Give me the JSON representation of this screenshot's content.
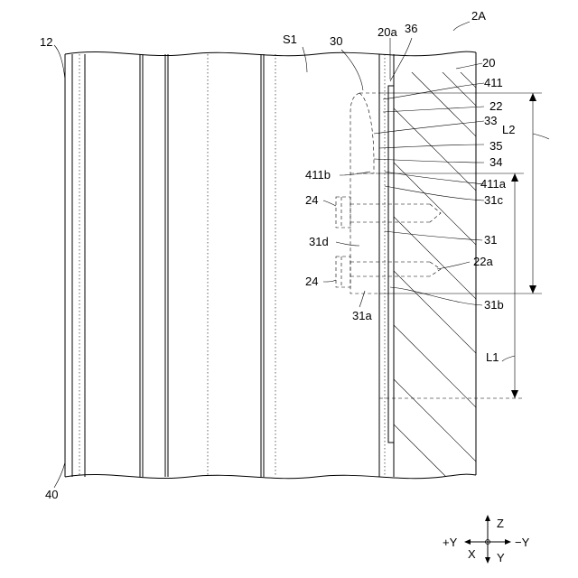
{
  "figure_ref": "2A",
  "labels": {
    "l12": "12",
    "l40": "40",
    "lS1": "S1",
    "l30": "30",
    "l20a": "20a",
    "l36": "36",
    "l20": "20",
    "l411": "411",
    "l22": "22",
    "l33": "33",
    "l35": "35",
    "l34": "34",
    "l411a": "411a",
    "l411b": "411b",
    "l31c": "31c",
    "l24a": "24",
    "l31d": "31d",
    "l31": "31",
    "l22a": "22a",
    "l24b": "24",
    "l31b": "31b",
    "l31a": "31a",
    "lL1": "L1",
    "lL2": "L2"
  },
  "axes": {
    "z": "Z",
    "plus_y": "+Y",
    "minus_y": "−Y",
    "x": "X",
    "y": "Y"
  }
}
